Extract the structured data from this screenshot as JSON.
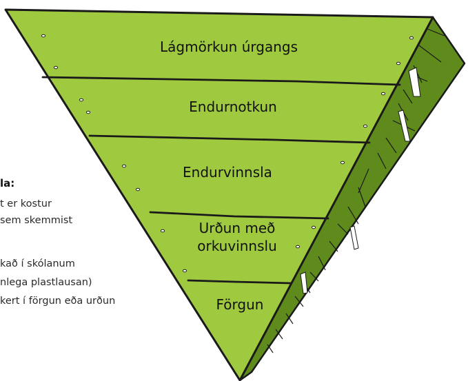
{
  "pyramid": {
    "levels": [
      {
        "label": "Lágmörkun úrgangs"
      },
      {
        "label": "Endurnotkun"
      },
      {
        "label": "Endurvinnsla"
      },
      {
        "label": "Urðun með",
        "label2": "orkuvinnslu"
      },
      {
        "label": "Förgun"
      }
    ],
    "colors": {
      "face": "#9fca3f",
      "side": "#5f8a1c",
      "side_dark": "#3e5f0c",
      "outline": "#1a1a1a"
    }
  },
  "background_text": {
    "heading": "la:",
    "lines": [
      "t er kostur",
      "sem skemmist",
      "kað í skólanum",
      "nlega plastlausan)",
      "kert í förgun eða urðun"
    ]
  }
}
